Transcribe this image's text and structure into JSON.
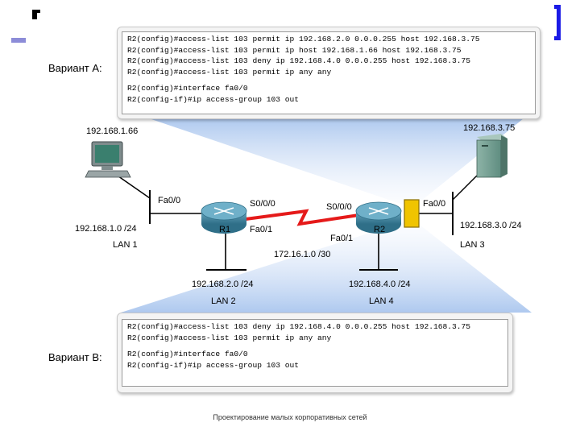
{
  "variant_a": {
    "label": "Вариант A:",
    "lines": [
      "R2(config)#access-list 103 permit ip 192.168.2.0 0.0.0.255 host 192.168.3.75",
      "R2(config)#access-list 103 permit ip host 192.168.1.66 host 192.168.3.75",
      "R2(config)#access-list 103 deny ip 192.168.4.0 0.0.0.255 host 192.168.3.75",
      "R2(config)#access-list 103 permit ip any any",
      "",
      "R2(config)#interface fa0/0",
      "R2(config-if)#ip access-group 103 out"
    ]
  },
  "variant_b": {
    "label": "Вариант B:",
    "lines": [
      "R2(config)#access-list 103 deny ip 192.168.4.0 0.0.0.255 host 192.168.3.75",
      "R2(config)#access-list 103 permit ip any any",
      "",
      "R2(config)#interface fa0/0",
      "R2(config-if)#ip access-group 103 out"
    ]
  },
  "diagram": {
    "pc_ip": "192.168.1.66",
    "server_ip": "192.168.3.75",
    "r1": {
      "name": "R1",
      "fa0_0": "Fa0/0",
      "s0_0_0": "S0/0/0",
      "fa0_1": "Fa0/1"
    },
    "r2": {
      "name": "R2",
      "s0_0_0": "S0/0/0",
      "fa0_0": "Fa0/0",
      "fa0_1": "Fa0/1"
    },
    "lan1": {
      "subnet": "192.168.1.0 /24",
      "name": "LAN 1"
    },
    "lan2": {
      "subnet": "192.168.2.0 /24",
      "name": "LAN 2"
    },
    "lan3": {
      "subnet": "192.168.3.0 /24",
      "name": "LAN 3"
    },
    "lan4": {
      "subnet": "192.168.4.0 /24",
      "name": "LAN 4"
    },
    "wan_subnet": "172.16.1.0 /30"
  },
  "footer": "Проектирование малых корпоративных сетей",
  "colors": {
    "accent_blue": "#1a1ae6",
    "serial_link": "#e51a1a",
    "router_body": "#3c7f9a",
    "acl_marker": "#f0c400",
    "beam": "#c9dbf4"
  }
}
